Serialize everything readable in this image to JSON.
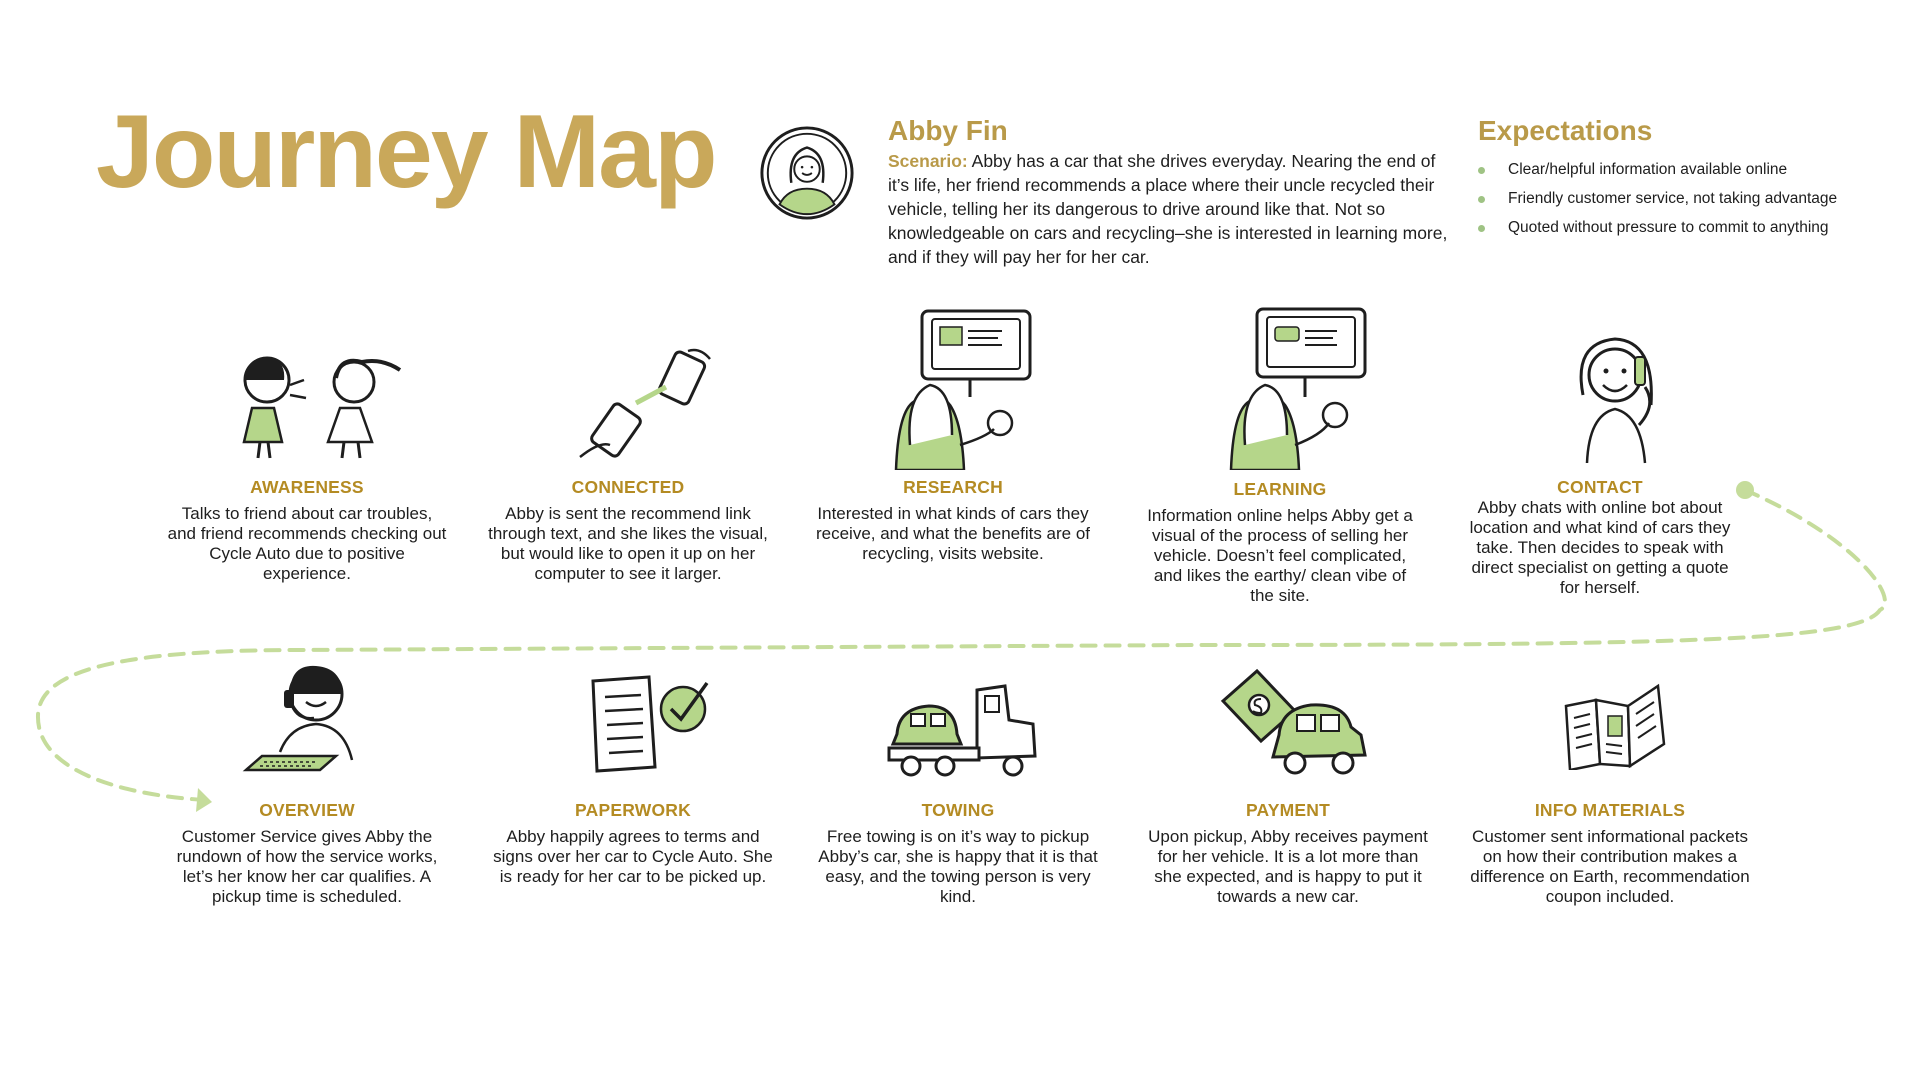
{
  "title": "Journey Map",
  "persona": {
    "name": "Abby Fin",
    "scenario_label": "Scenario:",
    "scenario_text": "Abby has a car that she drives everyday. Nearing the end of it’s life, her friend recommends a place where their uncle recycled their vehicle, telling her its dangerous to drive around like that. Not so knowledgeable on cars and recycling–she is interested in learning more, and if they will pay her for her car."
  },
  "expectations": {
    "title": "Expectations",
    "items": [
      "Clear/helpful information available online",
      "Friendly customer service, not taking advantage",
      "Quoted without pressure to commit to anything"
    ]
  },
  "stages": [
    {
      "title": "AWARENESS",
      "icon": "friends-talking-icon",
      "desc": "Talks to friend about car troubles, and friend recommends  checking out Cycle Auto due to positive experience."
    },
    {
      "title": "CONNECTED",
      "icon": "phones-sharing-link-icon",
      "desc": "Abby is sent the recommend link through text, and she likes the visual, but would like to open it up on her computer to see it larger."
    },
    {
      "title": "RESEARCH",
      "icon": "person-at-computer-icon",
      "desc": "Interested in what kinds of cars they receive, and what the benefits are of recycling, visits website."
    },
    {
      "title": "LEARNING",
      "icon": "person-at-computer-icon",
      "desc": "Information online helps Abby get a visual of the process of selling her vehicle. Doesn’t feel complicated, and likes the earthy/ clean vibe of the site."
    },
    {
      "title": "CONTACT",
      "icon": "woman-on-phone-icon",
      "desc": "Abby chats with online bot about location and  what kind of cars they take. Then decides to speak with direct specialist on getting a quote for herself."
    },
    {
      "title": "OVERVIEW",
      "icon": "support-agent-headset-icon",
      "desc": "Customer Service gives Abby the rundown of how the service works, let’s her know her car qualifies. A pickup time is scheduled."
    },
    {
      "title": "PAPERWORK",
      "icon": "document-check-icon",
      "desc": "Abby happily agrees to terms and signs over her car to Cycle Auto. She is ready for her car to be picked up."
    },
    {
      "title": "TOWING",
      "icon": "tow-truck-icon",
      "desc": "Free towing is on it’s way to pickup Abby’s car, she is happy that it is that easy, and the towing person is very kind."
    },
    {
      "title": "PAYMENT",
      "icon": "money-and-car-icon",
      "desc": "Upon pickup, Abby receives payment for her vehicle. It is a lot more than she expected, and is happy to put it towards a new car."
    },
    {
      "title": "INFO MATERIALS",
      "icon": "brochure-icon",
      "desc": "Customer sent informational packets on how their contribution makes a difference on Earth, recommendation coupon included."
    }
  ],
  "colors": {
    "gold": "#c9a85a",
    "stage_title": "#b48b23",
    "green": "#b5d68a",
    "path": "#c5dc9b",
    "ink": "#1e1e1e"
  }
}
